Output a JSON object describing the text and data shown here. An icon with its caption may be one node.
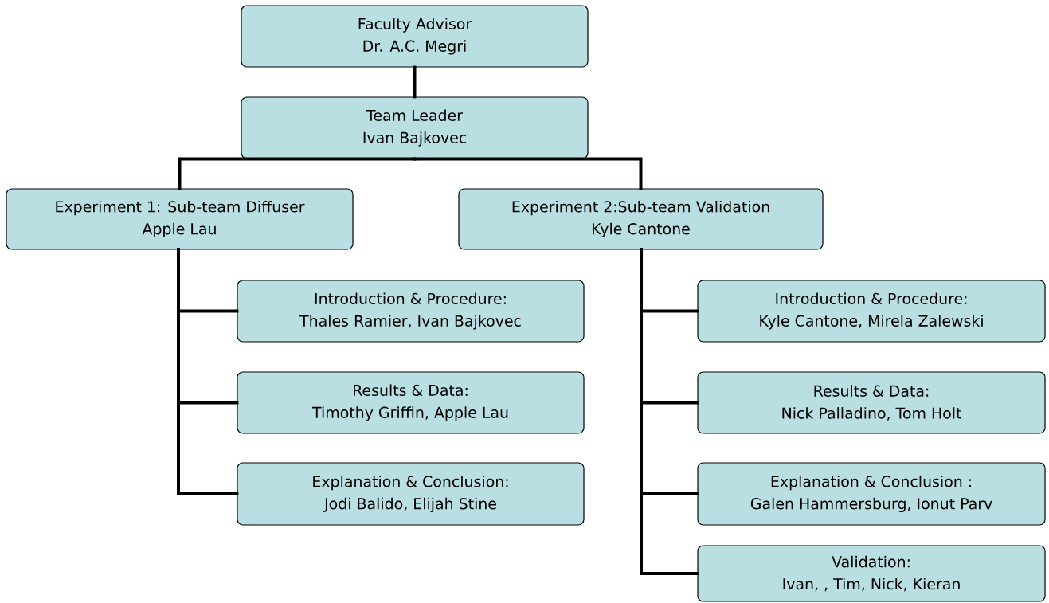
{
  "diagram": {
    "nodes": [
      {
        "text": [
          "Faculty Advisor",
          "Dr. A.C. Megri"
        ]
      },
      {
        "text": [
          "Team Leader",
          "Ivan Bajkovec"
        ]
      },
      {
        "text": [
          "Experiment 1:  Sub-team Diffuser",
          "Apple Lau"
        ]
      },
      {
        "text": [
          "Experiment 2:Sub-team Validation",
          "Kyle Cantone"
        ]
      },
      {
        "text": [
          "Introduction & Procedure:",
          "Thales Ramier, Ivan Bajkovec"
        ]
      },
      {
        "text": [
          "Results & Data:",
          "Timothy Griffin,  Apple Lau"
        ]
      },
      {
        "text": [
          "Explanation & Conclusion:",
          "Jodi Balido, Elijah Stine"
        ]
      },
      {
        "text": [
          "Introduction & Procedure:",
          "Kyle Cantone, Mirela Zalewski"
        ]
      },
      {
        "text": [
          "Results & Data:",
          "Nick Palladino, Tom Holt"
        ]
      },
      {
        "text": [
          "Explanation & Conclusion :",
          "Galen Hammersburg, Ionut Parv"
        ]
      },
      {
        "text": [
          "Validation:",
          "Ivan, , Tim, Nick, Kieran"
        ]
      }
    ],
    "edges": [
      {
        "from": 0,
        "to": 1,
        "arrow": "none"
      },
      {
        "from": 1,
        "to": 2,
        "arrow": "none"
      },
      {
        "from": 1,
        "to": 3,
        "arrow": "none"
      },
      {
        "from": 2,
        "to": 4,
        "arrow": "none"
      },
      {
        "from": 2,
        "to": 5,
        "arrow": "none"
      },
      {
        "from": 2,
        "to": 6,
        "arrow": "none"
      },
      {
        "from": 3,
        "to": 7,
        "arrow": "none"
      },
      {
        "from": 3,
        "to": 8,
        "arrow": "none"
      },
      {
        "from": 3,
        "to": 9,
        "arrow": "none"
      },
      {
        "from": 3,
        "to": 10,
        "arrow": "none"
      }
    ]
  }
}
